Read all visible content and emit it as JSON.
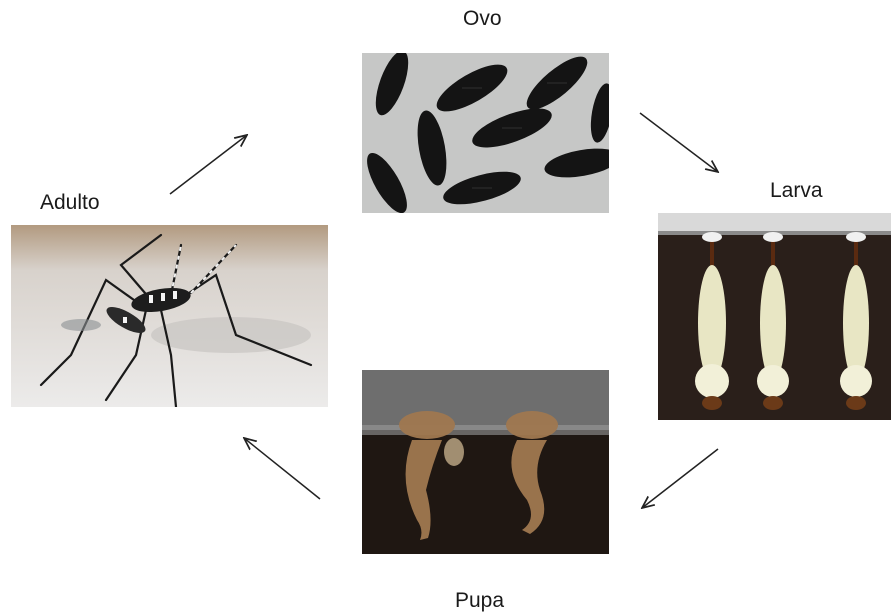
{
  "diagram": {
    "stages": {
      "egg": "Ovo",
      "larva": "Larva",
      "pupa": "Pupa",
      "adult": "Adulto"
    },
    "arrow_color": "#222222"
  }
}
